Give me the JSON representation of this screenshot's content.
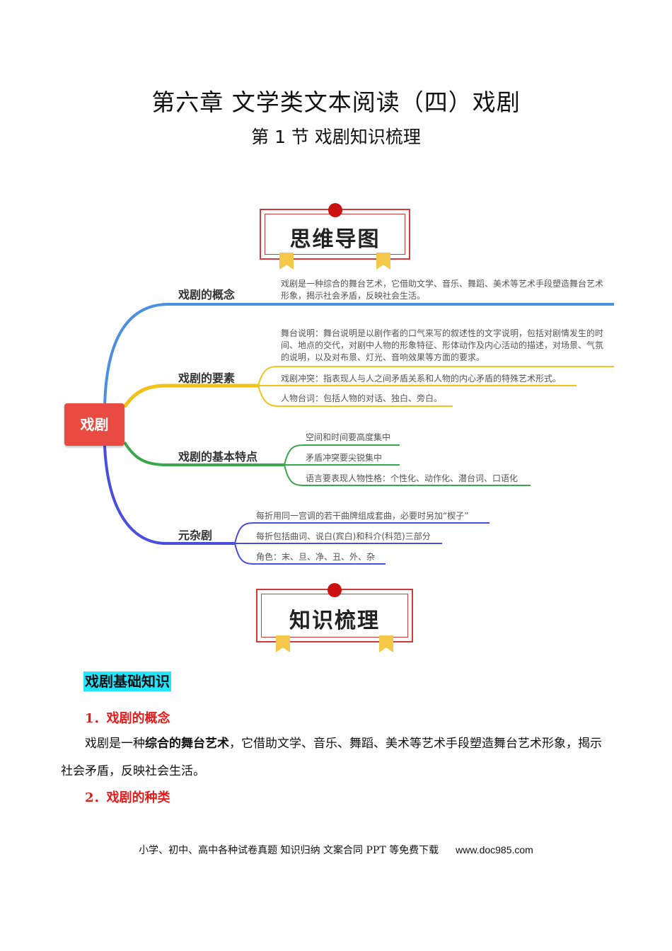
{
  "header": {
    "title": "第六章 文学类文本阅读（四）戏剧",
    "subtitle": "第 1 节 戏剧知识梳理"
  },
  "banners": {
    "mindmap": "思维导图",
    "knowledge": "知识梳理"
  },
  "mindmap": {
    "root": "戏剧",
    "branches": [
      {
        "label": "戏剧的概念",
        "color": "#4a8fe0",
        "leaves": [
          "戏剧是一种综合的舞台艺术，它借助文学、音乐、舞蹈、美术等艺术手段塑造舞台艺术形象，揭示社会矛盾，反映社会生活。"
        ]
      },
      {
        "label": "戏剧的要素",
        "color": "#f2c218",
        "leaves": [
          "舞台说明：舞台说明是以剧作者的口气来写的叙述性的文字说明，包括对剧情发生的时间、地点的交代，对剧中人物的形象特征、形体动作及内心活动的描述，对场景、气氛的说明，以及对布景、灯光、音响效果等方面的要求。",
          "戏剧冲突：指表现人与人之间矛盾关系和人物的内心矛盾的特殊艺术形式。",
          "人物台词：包括人物的对话、独白、旁白。"
        ]
      },
      {
        "label": "戏剧的基本特点",
        "color": "#3aa84a",
        "leaves": [
          "空间和时间要高度集中",
          "矛盾冲突要尖锐集中",
          "语言要表现人物性格：个性化、动作化、潜台词、口语化"
        ]
      },
      {
        "label": "元杂剧",
        "color": "#4a4ee0",
        "leaves": [
          "每折用同一宫调的若干曲牌组成套曲，必要时另加“楔子”",
          "每折包括曲词、说白(宾白)和科介(科范)三部分",
          "角色：末、旦、净、丑、外、杂"
        ]
      }
    ]
  },
  "knowledge": {
    "heading": "戏剧基础知识",
    "s1_title": "1．戏剧的概念",
    "s1_pre": "戏剧是一种",
    "s1_bold": "综合的舞台艺术",
    "s1_post": "，它借助文学、音乐、舞蹈、美术等艺术手段塑造舞台艺术形象，揭示社会矛盾，反映社会生活。",
    "s2_title": "2．戏剧的种类"
  },
  "footer": {
    "text": "小学、初中、高中各种试卷真题  知识归纳  文案合同  PPT 等免费下载",
    "url": "www.doc985.com"
  },
  "colors": {
    "accent_red": "#e41c1c",
    "highlight": "#22e5ff",
    "root_bg": "#e94b43"
  }
}
